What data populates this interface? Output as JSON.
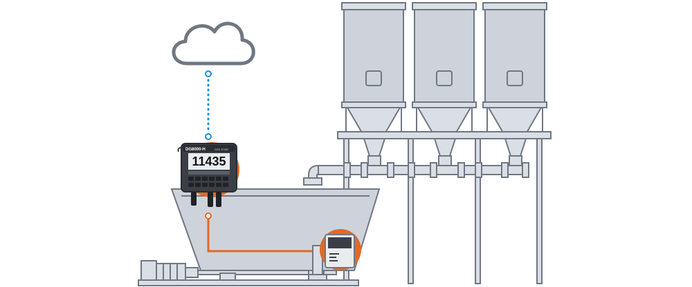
{
  "indicator": {
    "model_label": "DG8000-H",
    "brand_label": "DIGI-STAR",
    "weight_reading": "11435"
  },
  "colors": {
    "outline": "#6f7782",
    "silo_fill": "#ced3db",
    "silo_fill_light": "#dadee5",
    "frame": "#c4cad2",
    "accent_orange": "#e06a26",
    "cloud_link_blue": "#1e8fd6",
    "device_dark": "#3b3f45",
    "screen_light": "#e9ecef"
  },
  "icons": {
    "cloud": "cloud-icon",
    "indicator": "weight-indicator",
    "transmitter": "wireless-transmitter"
  }
}
